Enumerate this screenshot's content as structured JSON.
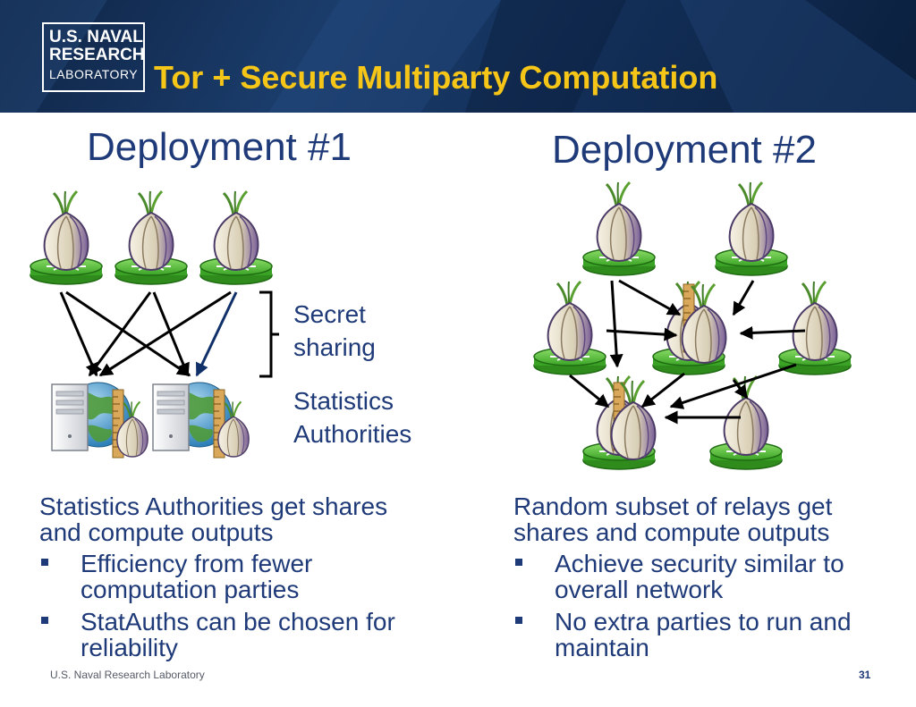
{
  "header": {
    "logo": {
      "line1": "U.S. NAVAL",
      "line2": "RESEARCH",
      "line3": "LABORATORY"
    },
    "title": "Tor + Secure Multiparty Computation"
  },
  "deployment1": {
    "heading": "Deployment #1",
    "secret_sharing_label": "Secret\nsharing",
    "statistics_authorities_label": "Statistics\nAuthorities",
    "description": "Statistics Authorities get shares and compute outputs",
    "bullets": [
      "Efficiency from fewer computation parties",
      "StatAuths can be chosen for reliability"
    ]
  },
  "deployment2": {
    "heading": "Deployment #2",
    "description": "Random subset of relays get shares and compute outputs",
    "bullets": [
      "Achieve security similar to overall network",
      "No extra parties to run and maintain"
    ]
  },
  "footer": {
    "org": "U.S. Naval Research Laboratory",
    "page": "31"
  },
  "colors": {
    "header_bg": "#13305a",
    "title": "#f5c517",
    "text": "#1f3a78",
    "router": "#5cc83d",
    "onion": "#7a5f99"
  }
}
